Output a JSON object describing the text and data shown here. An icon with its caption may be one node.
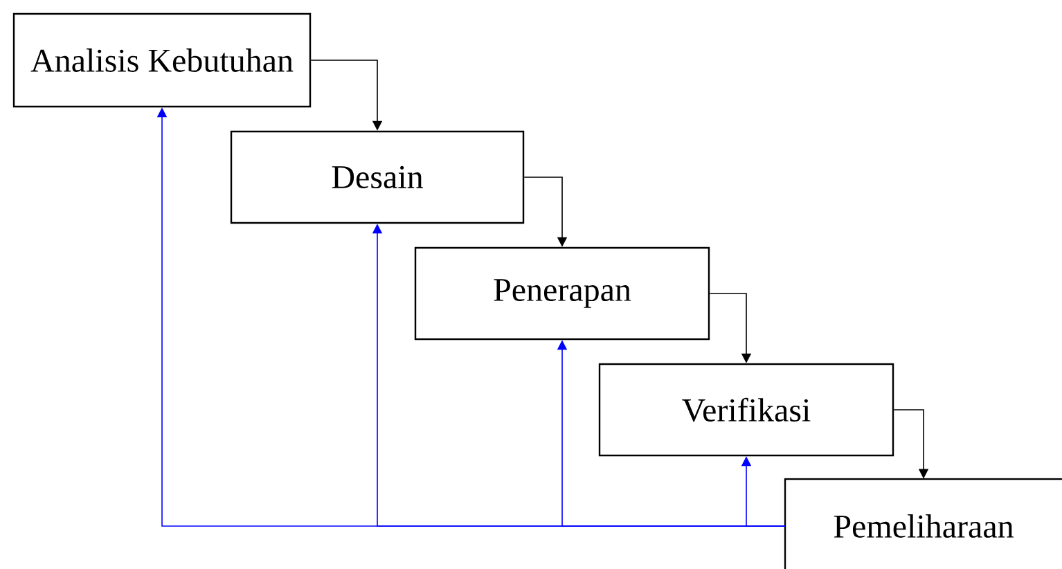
{
  "diagram": {
    "nodes": [
      {
        "text": [
          "Analisis Kebutuhan"
        ]
      },
      {
        "text": [
          "Desain"
        ]
      },
      {
        "text": [
          "Penerapan"
        ]
      },
      {
        "text": [
          "Verifikasi"
        ]
      },
      {
        "text": [
          "Pemeliharaan"
        ]
      }
    ],
    "edges": [
      {
        "from": 0,
        "to": 1,
        "arrow": "to"
      },
      {
        "from": 1,
        "to": 2,
        "arrow": "to"
      },
      {
        "from": 2,
        "to": 3,
        "arrow": "to"
      },
      {
        "from": 3,
        "to": 4,
        "arrow": "to"
      },
      {
        "from": 4,
        "to": 0,
        "arrow": "to",
        "color": "#0000ff"
      },
      {
        "from": 4,
        "to": 1,
        "arrow": "to",
        "color": "#0000ff"
      },
      {
        "from": 4,
        "to": 2,
        "arrow": "to",
        "color": "#0000ff"
      },
      {
        "from": 4,
        "to": 3,
        "arrow": "to",
        "color": "#0000ff"
      }
    ]
  }
}
